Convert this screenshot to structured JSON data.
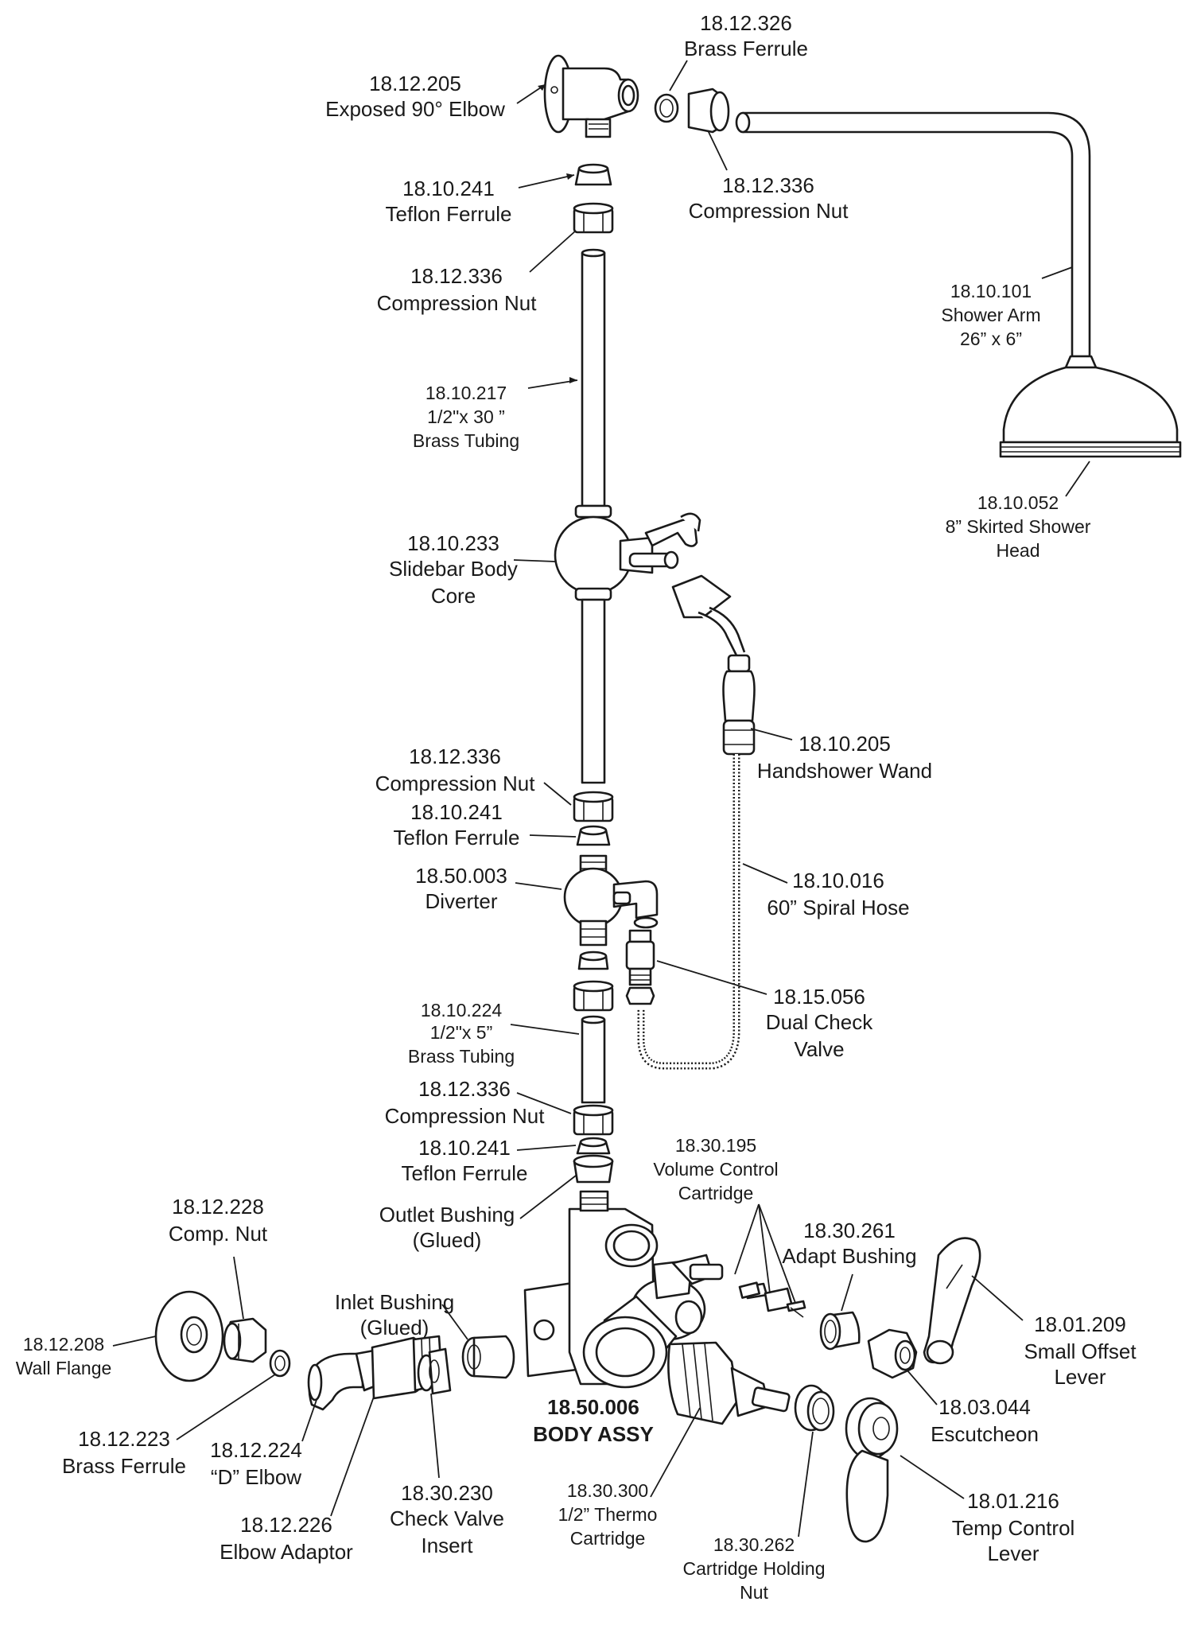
{
  "labels": {
    "elbow90": {
      "code": "18.12.205",
      "name": "Exposed 90° Elbow"
    },
    "brass_ferrule_top": {
      "code": "18.12.326",
      "name": "Brass Ferrule"
    },
    "comp_nut_top_right": {
      "code": "18.12.336",
      "name": "Compression Nut"
    },
    "teflon_ferrule_1": {
      "code": "18.10.241",
      "name": "Teflon Ferrule"
    },
    "comp_nut_1": {
      "code": "18.12.336",
      "name": "Compression Nut"
    },
    "shower_arm": {
      "code": "18.10.101",
      "name": "Shower Arm",
      "size": "26” x 6”"
    },
    "brass_tubing_30": {
      "code": "18.10.217",
      "size": "1/2\"x 30 ”",
      "name": "Brass Tubing"
    },
    "shower_head": {
      "code": "18.10.052",
      "name": "8” Skirted Shower",
      "name2": "Head"
    },
    "slidebar": {
      "code": "18.10.233",
      "name": "Slidebar Body",
      "name2": "Core"
    },
    "handshower": {
      "code": "18.10.205",
      "name": "Handshower Wand"
    },
    "comp_nut_2": {
      "code": "18.12.336",
      "name": "Compression Nut"
    },
    "teflon_ferrule_2": {
      "code": "18.10.241",
      "name": "Teflon Ferrule"
    },
    "diverter": {
      "code": "18.50.003",
      "name": "Diverter"
    },
    "spiral_hose": {
      "code": "18.10.016",
      "name": "60” Spiral Hose"
    },
    "brass_tubing_5": {
      "code": "18.10.224",
      "size": "1/2\"x 5”",
      "name": "Brass Tubing"
    },
    "dual_check": {
      "code": "18.15.056",
      "name": "Dual Check",
      "name2": "Valve"
    },
    "comp_nut_3": {
      "code": "18.12.336",
      "name": "Compression Nut"
    },
    "teflon_ferrule_3": {
      "code": "18.10.241",
      "name": "Teflon Ferrule"
    },
    "volume_cartridge": {
      "code": "18.30.195",
      "name": "Volume Control",
      "name2": "Cartridge"
    },
    "outlet_bushing": {
      "name": "Outlet Bushing",
      "name2": "(Glued)"
    },
    "comp_nut_small": {
      "code": "18.12.228",
      "name": "Comp. Nut"
    },
    "adapt_bushing": {
      "code": "18.30.261",
      "name": "Adapt Bushing"
    },
    "inlet_bushing": {
      "name": "Inlet Bushing",
      "name2": "(Glued)"
    },
    "offset_lever": {
      "code": "18.01.209",
      "name": "Small Offset",
      "name2": "Lever"
    },
    "wall_flange": {
      "code": "18.12.208",
      "name": "Wall Flange"
    },
    "body_assy": {
      "code": "18.50.006",
      "name": "BODY ASSY"
    },
    "escutcheon": {
      "code": "18.03.044",
      "name": "Escutcheon"
    },
    "brass_ferrule_bottom": {
      "code": "18.12.223",
      "name": "Brass Ferrule"
    },
    "d_elbow": {
      "code": "18.12.224",
      "name": "“D” Elbow"
    },
    "check_insert": {
      "code": "18.30.230",
      "name": "Check Valve",
      "name2": "Insert"
    },
    "thermo": {
      "code": "18.30.300",
      "size": "1/2” Thermo",
      "name": "Cartridge"
    },
    "temp_lever": {
      "code": "18.01.216",
      "name": "Temp Control",
      "name2": "Lever"
    },
    "elbow_adaptor": {
      "code": "18.12.226",
      "name": "Elbow Adaptor"
    },
    "holding_nut": {
      "code": "18.30.262",
      "name": "Cartridge Holding",
      "name2": "Nut"
    }
  }
}
